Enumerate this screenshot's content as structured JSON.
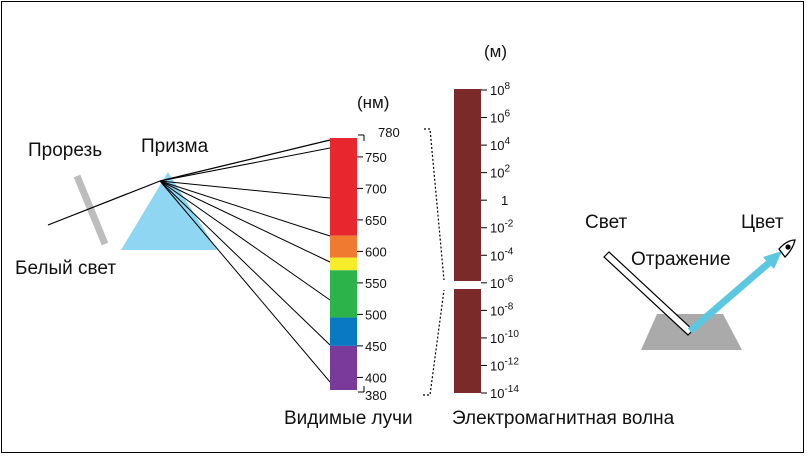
{
  "labels": {
    "slit": "Прорезь",
    "prism": "Призма",
    "white_light": "Белый свет",
    "visible_rays": "Видимые лучи",
    "em_wave": "Электромагнитная волна",
    "light": "Свет",
    "reflection": "Отражение",
    "color": "Цвет"
  },
  "units": {
    "nm": "(нм)",
    "m": "(м)"
  },
  "visible_spectrum": {
    "range_top": "780",
    "range_bottom": "380",
    "ticks": [
      "750",
      "700",
      "650",
      "600",
      "550",
      "500",
      "450",
      "400"
    ],
    "bands": [
      {
        "color_name": "red",
        "hex": "#e8262e",
        "from_nm": 780,
        "to_nm": 625
      },
      {
        "color_name": "orange",
        "hex": "#f07a30",
        "from_nm": 625,
        "to_nm": 590
      },
      {
        "color_name": "yellow",
        "hex": "#f7ec2a",
        "from_nm": 590,
        "to_nm": 570
      },
      {
        "color_name": "green",
        "hex": "#2cb34a",
        "from_nm": 570,
        "to_nm": 495
      },
      {
        "color_name": "blue",
        "hex": "#0a79c4",
        "from_nm": 495,
        "to_nm": 450
      },
      {
        "color_name": "violet",
        "hex": "#7a3a9a",
        "from_nm": 450,
        "to_nm": 380
      }
    ]
  },
  "em_spectrum": {
    "bar_color": "#7a2a28",
    "ticks": [
      {
        "base": "10",
        "exp": "8"
      },
      {
        "base": "10",
        "exp": "6"
      },
      {
        "base": "10",
        "exp": "4"
      },
      {
        "base": "10",
        "exp": "2"
      },
      {
        "base": "1",
        "exp": ""
      },
      {
        "base": "10",
        "exp": "-2"
      },
      {
        "base": "10",
        "exp": "-4"
      },
      {
        "base": "10",
        "exp": "-6"
      },
      {
        "base": "10",
        "exp": "-8"
      },
      {
        "base": "10",
        "exp": "-10"
      },
      {
        "base": "10",
        "exp": "-12"
      },
      {
        "base": "10",
        "exp": "-14"
      }
    ]
  },
  "colors": {
    "prism": "#8fd6f2",
    "slit": "#bdbdbd",
    "surface": "#aaaaaa",
    "reflected_ray": "#5cc8e0"
  }
}
